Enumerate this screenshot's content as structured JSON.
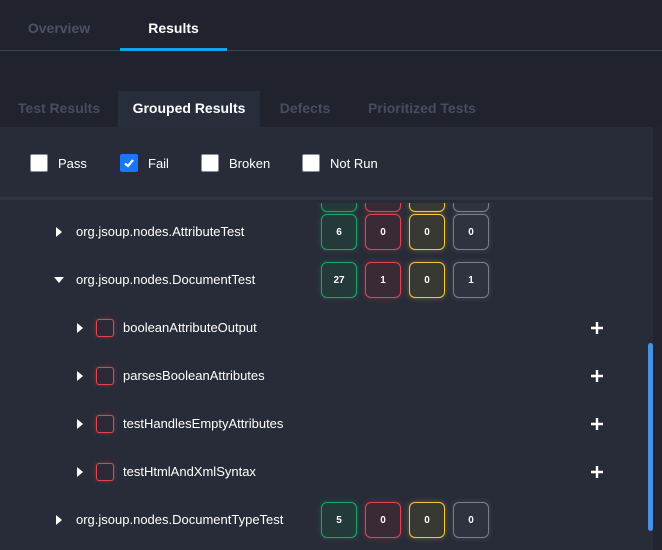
{
  "top_tabs": [
    {
      "label": "Overview",
      "active": false
    },
    {
      "label": "Results",
      "active": true
    }
  ],
  "sub_tabs": [
    {
      "label": "Test Results",
      "active": false
    },
    {
      "label": "Grouped Results",
      "active": true
    },
    {
      "label": "Defects",
      "active": false
    },
    {
      "label": "Prioritized Tests",
      "active": false
    }
  ],
  "filters": [
    {
      "label": "Pass",
      "checked": false
    },
    {
      "label": "Fail",
      "checked": true
    },
    {
      "label": "Broken",
      "checked": false
    },
    {
      "label": "Not Run",
      "checked": false
    }
  ],
  "groups": [
    {
      "name": "",
      "expanded": false,
      "counts": {
        "pass": "",
        "fail": "",
        "broken": "",
        "not_run": ""
      },
      "partial": true
    },
    {
      "name": "org.jsoup.nodes.AttributeTest",
      "expanded": false,
      "counts": {
        "pass": "6",
        "fail": "0",
        "broken": "0",
        "not_run": "0"
      }
    },
    {
      "name": "org.jsoup.nodes.DocumentTest",
      "expanded": true,
      "counts": {
        "pass": "27",
        "fail": "1",
        "broken": "0",
        "not_run": "1"
      },
      "tests": [
        {
          "name": "booleanAttributeOutput",
          "status": "fail"
        },
        {
          "name": "parsesBooleanAttributes",
          "status": "fail"
        },
        {
          "name": "testHandlesEmptyAttributes",
          "status": "fail"
        },
        {
          "name": "testHtmlAndXmlSyntax",
          "status": "fail"
        }
      ]
    },
    {
      "name": "org.jsoup.nodes.DocumentTypeTest",
      "expanded": false,
      "counts": {
        "pass": "5",
        "fail": "0",
        "broken": "0",
        "not_run": "0"
      }
    }
  ],
  "colors": {
    "accent": "#0ea5e9",
    "pass": "#1ea565",
    "fail": "#e04550",
    "broken": "#f5c83c",
    "not_run": "#7a7f88",
    "scrollbar": "#4a90e2"
  },
  "icons": {
    "caret_right": "caret-right-icon",
    "caret_down": "caret-down-icon",
    "plus": "plus-icon",
    "check": "check-icon"
  }
}
